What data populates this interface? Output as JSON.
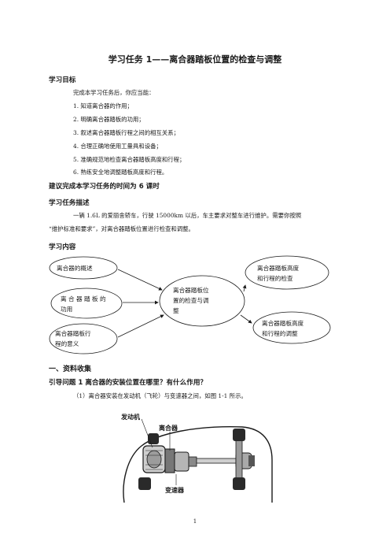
{
  "document": {
    "title": "学习任务 1——离合器踏板位置的检查与调整",
    "goals_heading": "学习目标",
    "goals_intro": "完成本学习任务后，你应当能：",
    "goals": [
      "1. 知道离合器的作用；",
      "2. 明确离合器踏板的功用；",
      "3. 叙述离合器踏板行程之间的相互关系；",
      "4. 合理正确地使用工量具和设备；",
      "5. 准确规范地检查离合器踏板高度和行程；",
      "6. 熟练安全地调整踏板高度和行程。"
    ],
    "time_note": "建议完成本学习任务的时间为 6 课时",
    "desc_heading": "学习任务描述",
    "desc_line1": "一辆 1.6L 的爱丽舍轿车，行驶 15000km 以后，车主要求对整车进行维护。需要你按照",
    "desc_line2": "“维护标准和要求”，对离合器踏板位置进行检查和调整。",
    "content_heading": "学习内容",
    "diagram": {
      "left1": "离合器的概述",
      "left2_a": "离 合 器 踏 板 的",
      "left2_b": "功用",
      "left3_a": "离合器踏板行",
      "left3_b": "程的意义",
      "center_a": "离合器踏板位",
      "center_b": "置的检查与调",
      "center_c": "整",
      "right1_a": "离合器踏板高度",
      "right1_b": "和行程的检查",
      "right2_a": "离合器踏板高度",
      "right2_b": "和行程的调整"
    },
    "section1": "一、资料收集",
    "question1": "引导问题 1    离合器的安装位置在哪里？有什么作用？",
    "q1_text": "（1）离合器安装在发动机（飞轮）与变速器之间，如图 1-1 所示。",
    "figure_labels": {
      "engine": "发动机",
      "clutch": "离合器",
      "gearbox": "变速器"
    },
    "page_number": "1"
  }
}
